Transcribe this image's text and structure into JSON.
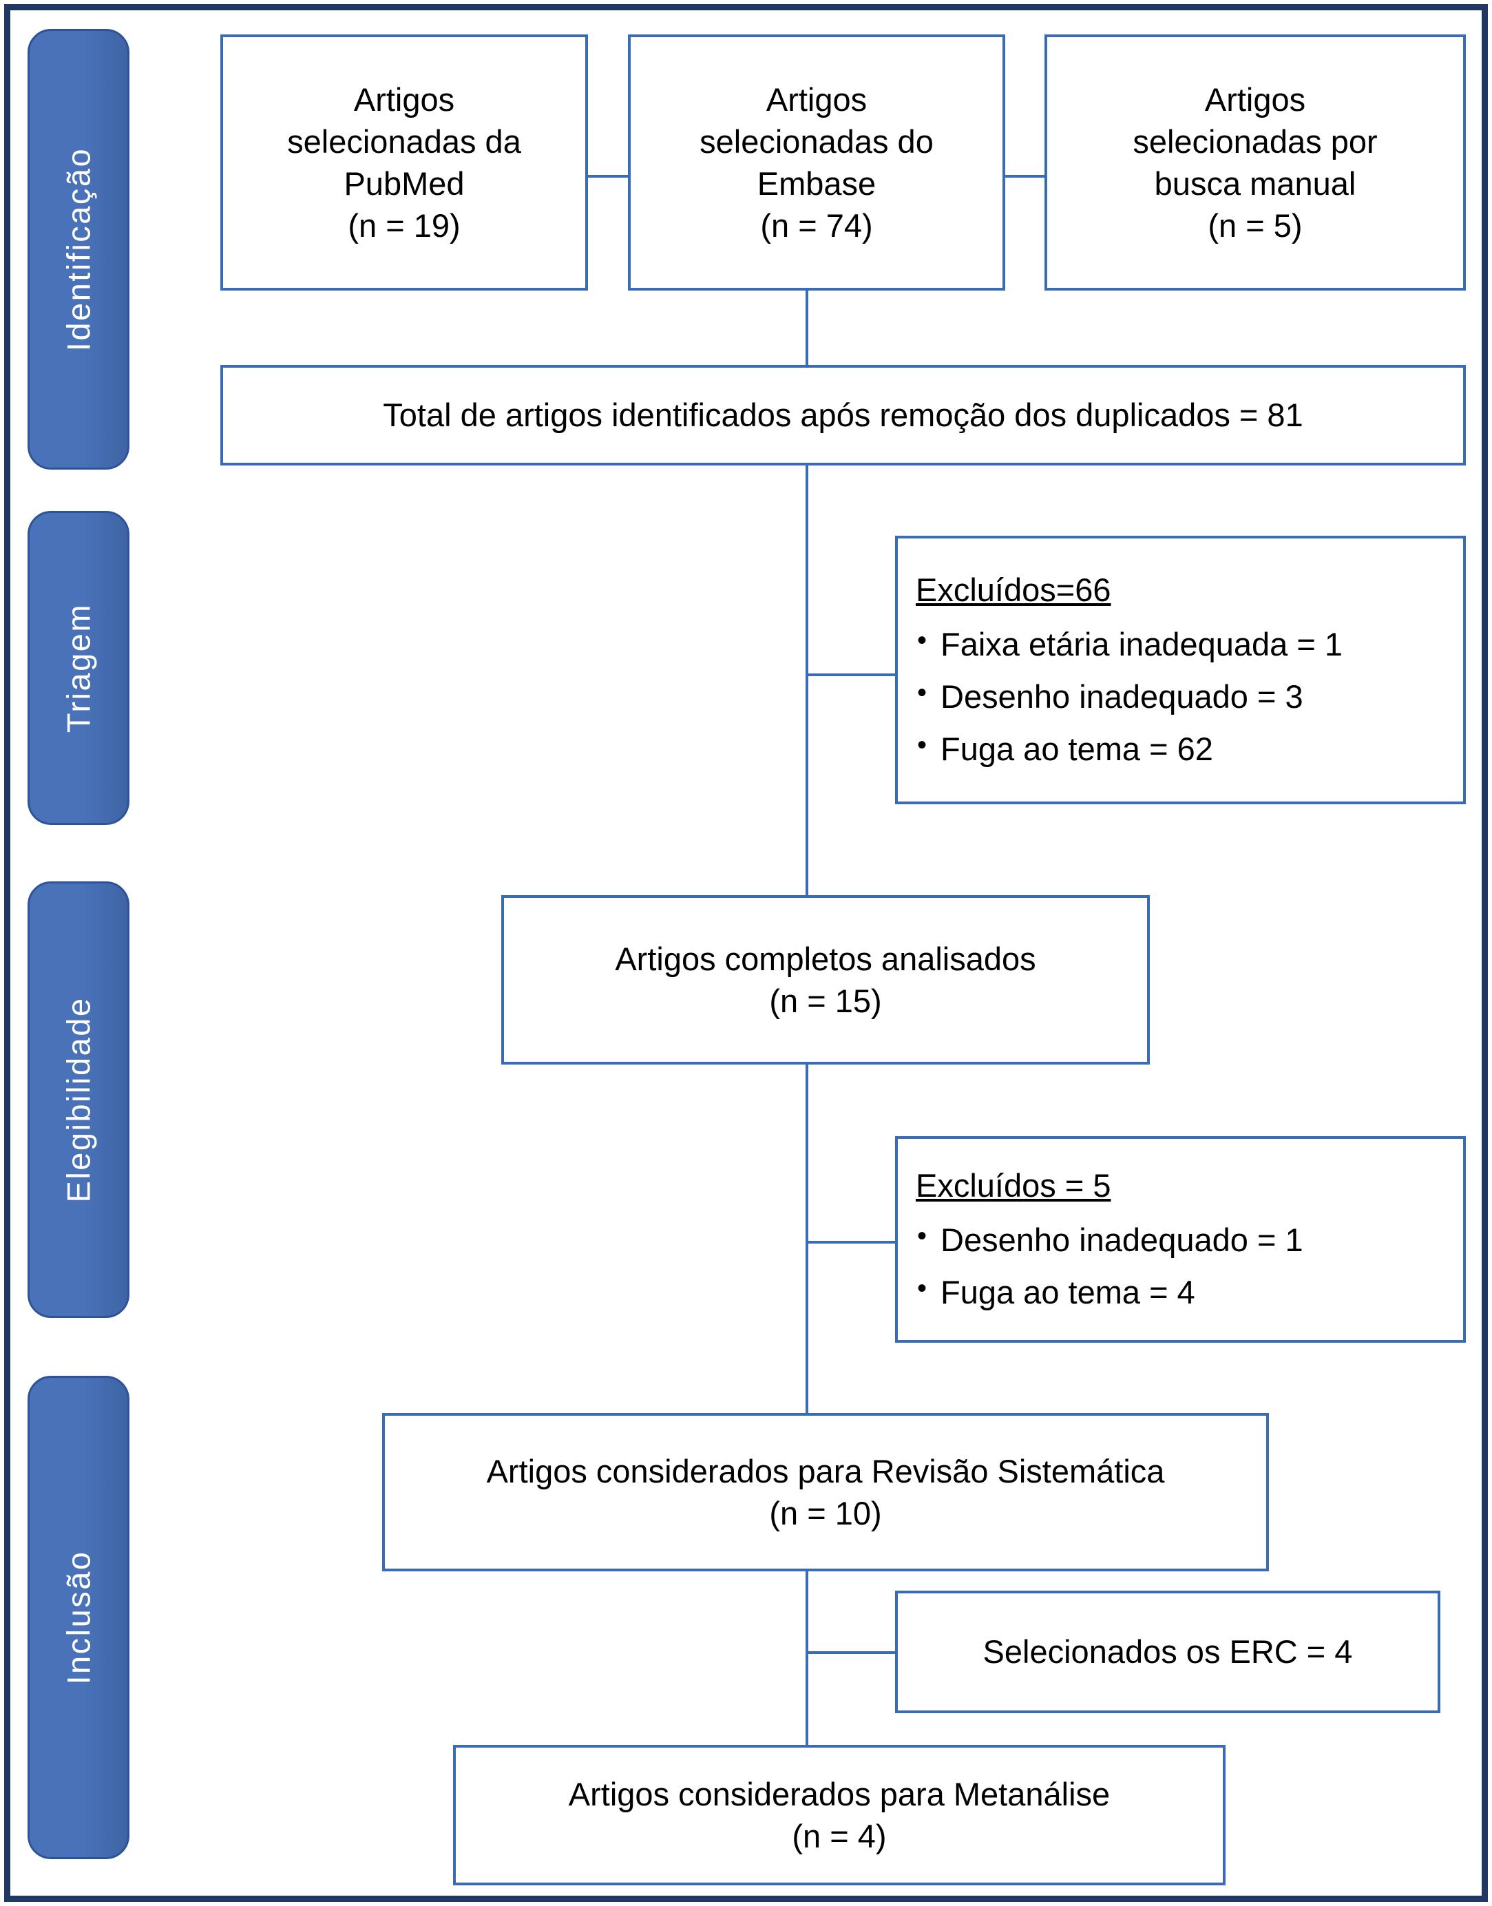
{
  "diagram": {
    "type": "prisma-flow",
    "language": "pt-BR",
    "colors": {
      "outer_frame": "#1f3864",
      "stage_bar_fill": "#4a72b8",
      "stage_bar_border": "#2e5396",
      "box_border": "#3a6cb5",
      "connector": "#3a6cb5",
      "box_fill": "#ffffff",
      "text": "#000000",
      "stage_label_text": "#ffffff"
    }
  },
  "stages": [
    {
      "id": "identificacao",
      "label": "Identificação"
    },
    {
      "id": "triagem",
      "label": "Triagem"
    },
    {
      "id": "elegibilidade",
      "label": "Elegibilidade"
    },
    {
      "id": "inclusao",
      "label": "Inclusão"
    }
  ],
  "boxes": {
    "pubmed": {
      "text": "Artigos\nselecionadas da\nPubMed\n(n = 19)",
      "n": 19
    },
    "embase": {
      "text": "Artigos\nselecionadas do\nEmbase\n(n = 74)",
      "n": 74
    },
    "manual": {
      "text": "Artigos\nselecionadas por\nbusca manual\n(n = 5)",
      "n": 5
    },
    "total_dedup": {
      "text": "Total de artigos identificados após remoção dos duplicados = 81",
      "n": 81
    },
    "full_text": {
      "text": "Artigos completos analisados\n(n = 15)",
      "n": 15
    },
    "systematic_review": {
      "text": "Artigos considerados para Revisão Sistemática\n(n = 10)",
      "n": 10
    },
    "erc": {
      "text": "Selecionados os ERC = 4",
      "n": 4
    },
    "meta_analysis": {
      "text": "Artigos considerados para Metanálise\n(n = 4)",
      "n": 4
    }
  },
  "exclusions": [
    {
      "id": "screening-exclusions",
      "title": "Excluídos=66",
      "total": 66,
      "reasons": [
        {
          "label": "Faixa etária inadequada = 1",
          "n": 1
        },
        {
          "label": "Desenho inadequado = 3",
          "n": 3
        },
        {
          "label": "Fuga ao tema = 62",
          "n": 62
        }
      ]
    },
    {
      "id": "eligibility-exclusions",
      "title": "Excluídos = 5",
      "total": 5,
      "reasons": [
        {
          "label": "Desenho inadequado = 1",
          "n": 1
        },
        {
          "label": "Fuga ao tema = 4",
          "n": 4
        }
      ]
    }
  ]
}
